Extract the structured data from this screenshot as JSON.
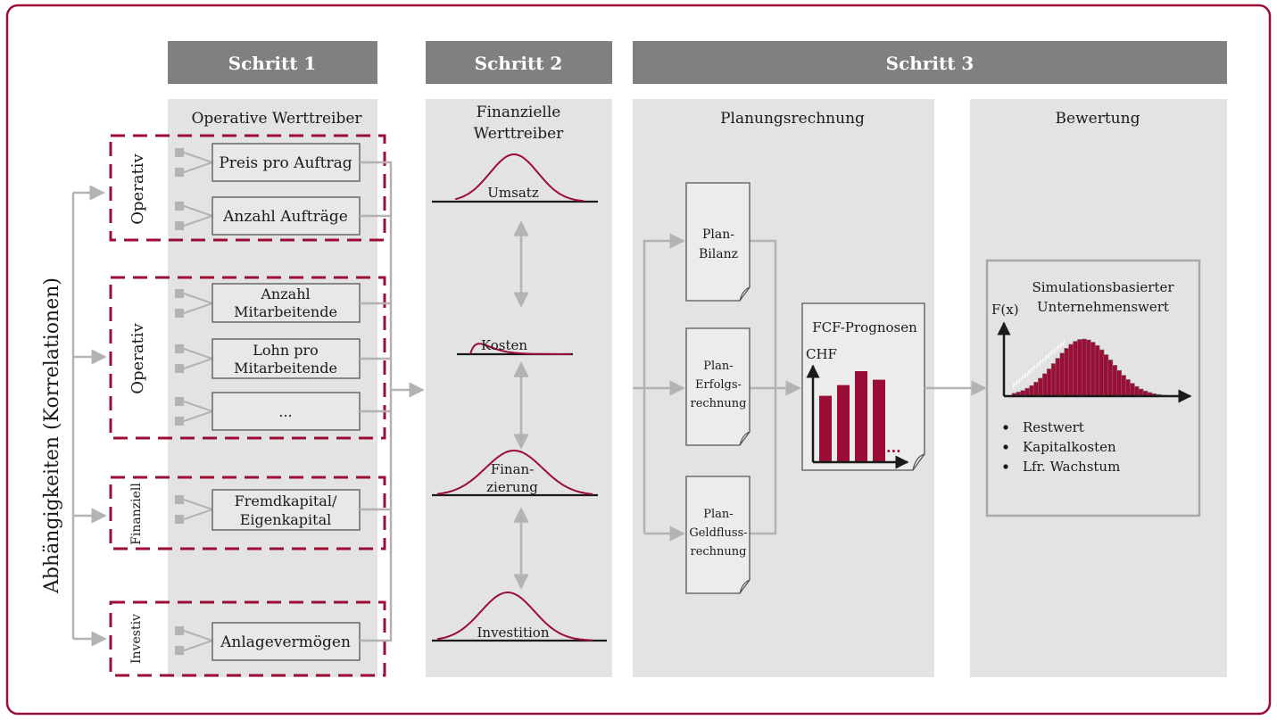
{
  "steps": {
    "step1": "Schritt 1",
    "step2": "Schritt 2",
    "step3": "Schritt 3"
  },
  "side_label": "Abhängigkeiten (Korrelationen)",
  "panels": {
    "operative": "Operative Werttreiber",
    "financial_line1": "Finanzielle",
    "financial_line2": "Werttreiber",
    "planning": "Planungsrechnung",
    "valuation": "Bewertung"
  },
  "groups": {
    "operativ_1": "Operativ",
    "operativ_2": "Operativ",
    "finanziell": "Finanziell",
    "investiv": "Investiv"
  },
  "drivers": {
    "preis": "Preis pro Auftrag",
    "anzahl_auftraege": "Anzahl Aufträge",
    "anzahl_ma_1": "Anzahl",
    "anzahl_ma_2": "Mitarbeitende",
    "lohn_1": "Lohn pro",
    "lohn_2": "Mitarbeitende",
    "ellipsis": "...",
    "fk_1": "Fremdkapital/",
    "fk_2": "Eigenkapital",
    "anlage": "Anlagevermögen"
  },
  "distributions": {
    "umsatz": "Umsatz",
    "kosten": "Kosten",
    "finanz_1": "Finan-",
    "finanz_2": "zierung",
    "investition": "Investition"
  },
  "plans": {
    "bilanz_1": "Plan-",
    "bilanz_2": "Bilanz",
    "erfolg_1": "Plan-",
    "erfolg_2": "Erfolgs-",
    "erfolg_3": "rechnung",
    "geld_1": "Plan-",
    "geld_2": "Geldfluss-",
    "geld_3": "rechnung"
  },
  "fcf": {
    "title": "FCF-Prognosen",
    "unit": "CHF",
    "ellipsis": "...",
    "bars": [
      0.62,
      0.72,
      0.85,
      0.77
    ]
  },
  "valuation_box": {
    "title_1": "Simulationsbasierter",
    "title_2": "Unternehmenswert",
    "axis_label": "F(x)",
    "bullets": [
      "Restwert",
      "Kapitalkosten",
      "Lfr. Wachstum"
    ]
  },
  "colors": {
    "accent": "#9b0d35",
    "header": "#808080",
    "panel": "#e3e3e3",
    "arrow": "#b3b3b3"
  }
}
